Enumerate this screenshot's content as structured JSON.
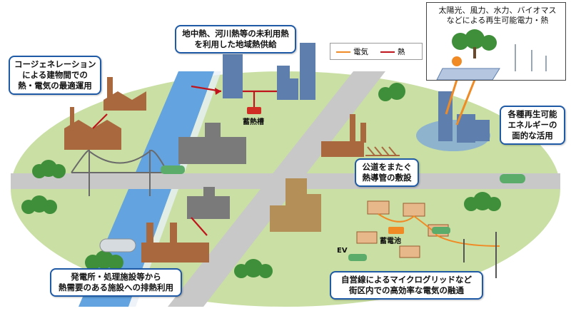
{
  "legend": {
    "electricity": {
      "label": "電気",
      "color": "#f08a24"
    },
    "heat": {
      "label": "熱",
      "color": "#c0141c"
    }
  },
  "callouts": {
    "cogeneration": {
      "lines": [
        "コージェネレーション",
        "による建物間での",
        "熱・電気の最適運用"
      ]
    },
    "district_heat": {
      "lines": [
        "地中熱、河川熱等の未利用熱",
        "を利用した地域熱供給"
      ]
    },
    "renewable_source": {
      "lines": [
        "太陽光、風力、水力、バイオマス",
        "などによる再生可能電力・熱"
      ]
    },
    "renewable_use": {
      "lines": [
        "各種再生可能",
        "エネルギーの",
        "面的な活用"
      ]
    },
    "heat_pipe": {
      "lines": [
        "公道をまたぐ",
        "熱導管の敷設"
      ]
    },
    "waste_heat": {
      "lines": [
        "発電所・処理施設等から",
        "熱需要のある施設への排熱利用"
      ]
    },
    "microgrid": {
      "lines": [
        "自営線によるマイクログリッドなど",
        "街区内での高効率な電気の融通"
      ]
    }
  },
  "labels": {
    "heat_storage": "蓄熱槽",
    "battery": "蓄電池",
    "ev": "EV"
  },
  "colors": {
    "ground": "#c9dfa4",
    "road": "#c8c8c8",
    "river": "#62a3e0",
    "callout_border": "#1f5aa6",
    "building_blue": "#5e7fae",
    "building_brown": "#a9683e"
  }
}
